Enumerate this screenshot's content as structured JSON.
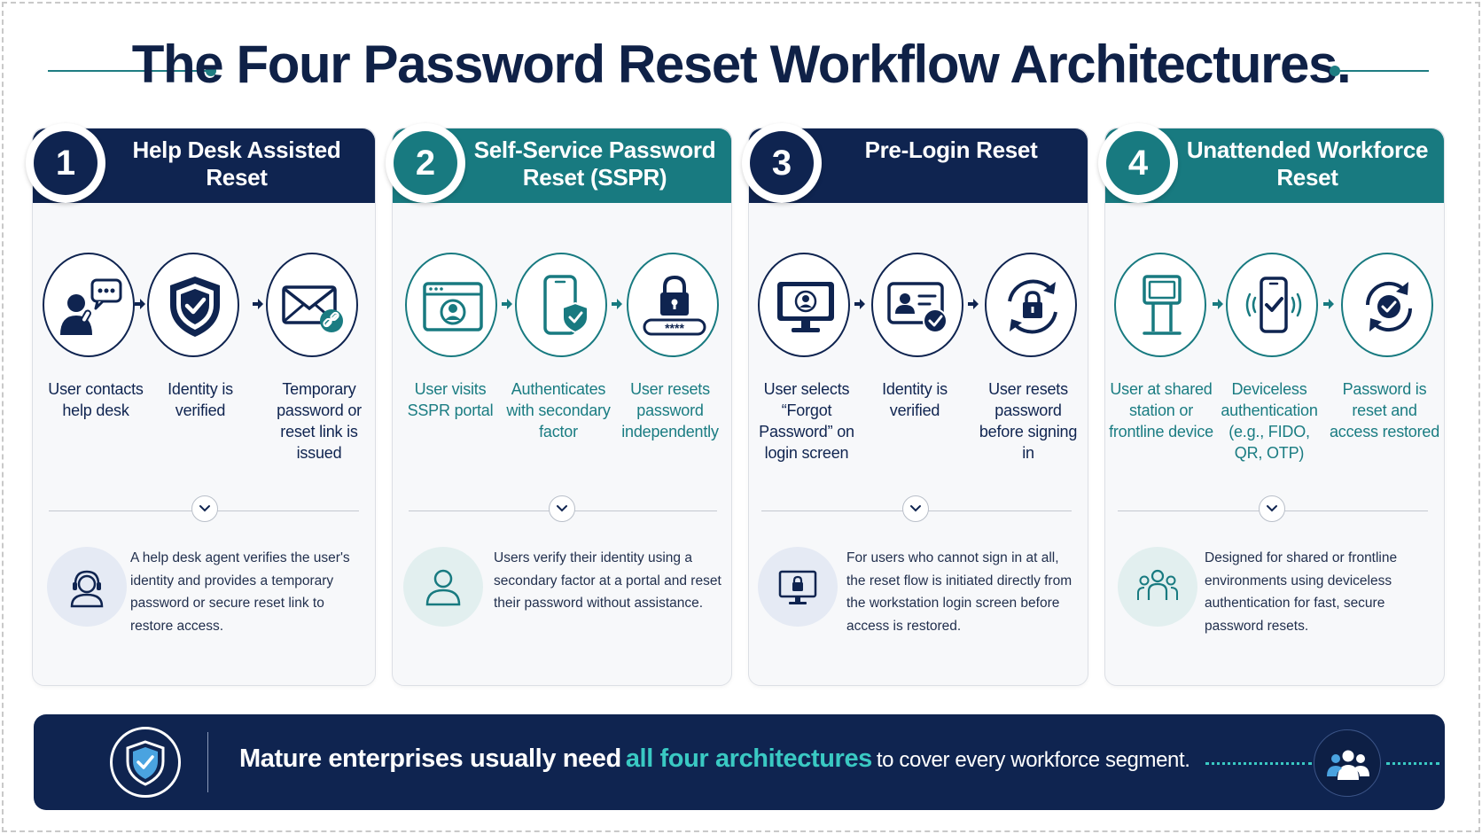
{
  "title": "The Four Password Reset Workflow Architectures.",
  "cards": [
    {
      "number": "1",
      "title": "Help Desk Assisted Reset",
      "theme": "navy",
      "steps": [
        "User contacts help desk",
        "Identity is verified",
        "Temporary password or reset link is issued"
      ],
      "step_icons": [
        "user-chat-icon",
        "shield-check-icon",
        "envelope-link-icon"
      ],
      "description": "A help desk agent verifies the user's identity and provides a temporary password or secure reset link to restore access.",
      "description_icon": "headset-agent-icon"
    },
    {
      "number": "2",
      "title": "Self-Service Password Reset (SSPR)",
      "theme": "teal",
      "steps": [
        "User visits SSPR portal",
        "Authenticates with secondary factor",
        "User resets password independently"
      ],
      "step_icons": [
        "browser-user-icon",
        "phone-shield-icon",
        "padlock-password-icon"
      ],
      "description": "Users verify their identity using a secondary factor at a portal and reset their password without assistance.",
      "description_icon": "user-outline-icon"
    },
    {
      "number": "3",
      "title": "Pre-Login Reset",
      "theme": "navy",
      "steps": [
        "User selects “Forgot Password” on login screen",
        "Identity is verified",
        "User resets password before signing in"
      ],
      "step_icons": [
        "monitor-user-icon",
        "id-card-check-icon",
        "lock-refresh-icon"
      ],
      "description": "For users who cannot sign in at all, the reset flow is initiated directly from the workstation login screen before access is restored.",
      "description_icon": "monitor-lock-icon"
    },
    {
      "number": "4",
      "title": "Unattended Workforce Reset",
      "theme": "teal",
      "steps": [
        "User at shared station or frontline device",
        "Deviceless authentication (e.g., FIDO, QR, OTP)",
        "Password is reset and access restored"
      ],
      "step_icons": [
        "kiosk-icon",
        "phone-signal-check-icon",
        "refresh-check-icon"
      ],
      "description": "Designed for shared or frontline environments using deviceless authentication for fast, secure password resets.",
      "description_icon": "group-users-icon"
    }
  ],
  "banner": {
    "text_start": "Mature enterprises usually need",
    "text_highlight": "all four architectures",
    "text_end": "to cover every workforce segment.",
    "icon_left": "shield-check-icon",
    "icon_right": "group-users-icon"
  },
  "colors": {
    "navy": "#0f2450",
    "teal": "#187a80",
    "highlight": "#3ac9c3"
  }
}
